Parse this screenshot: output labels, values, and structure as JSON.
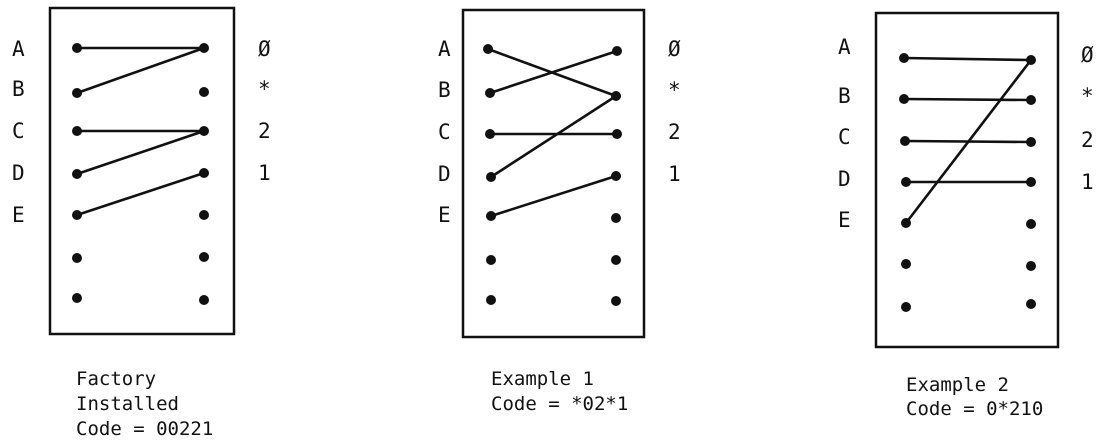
{
  "diagrams": [
    {
      "left_labels": [
        "A",
        "B",
        "C",
        "D",
        "E"
      ],
      "right_labels": [
        "Ø",
        "*",
        "2",
        "1"
      ],
      "caption": [
        "Factory",
        "Installed",
        "Code = 00221"
      ]
    },
    {
      "left_labels": [
        "A",
        "B",
        "C",
        "D",
        "E"
      ],
      "right_labels": [
        "Ø",
        "*",
        "2",
        "1"
      ],
      "caption": [
        "Example 1",
        "Code = *02*1"
      ]
    },
    {
      "left_labels": [
        "A",
        "B",
        "C",
        "D",
        "E"
      ],
      "right_labels": [
        "Ø",
        "*",
        "2",
        "1"
      ],
      "caption": [
        "Example 2",
        "Code = 0*210"
      ]
    }
  ]
}
